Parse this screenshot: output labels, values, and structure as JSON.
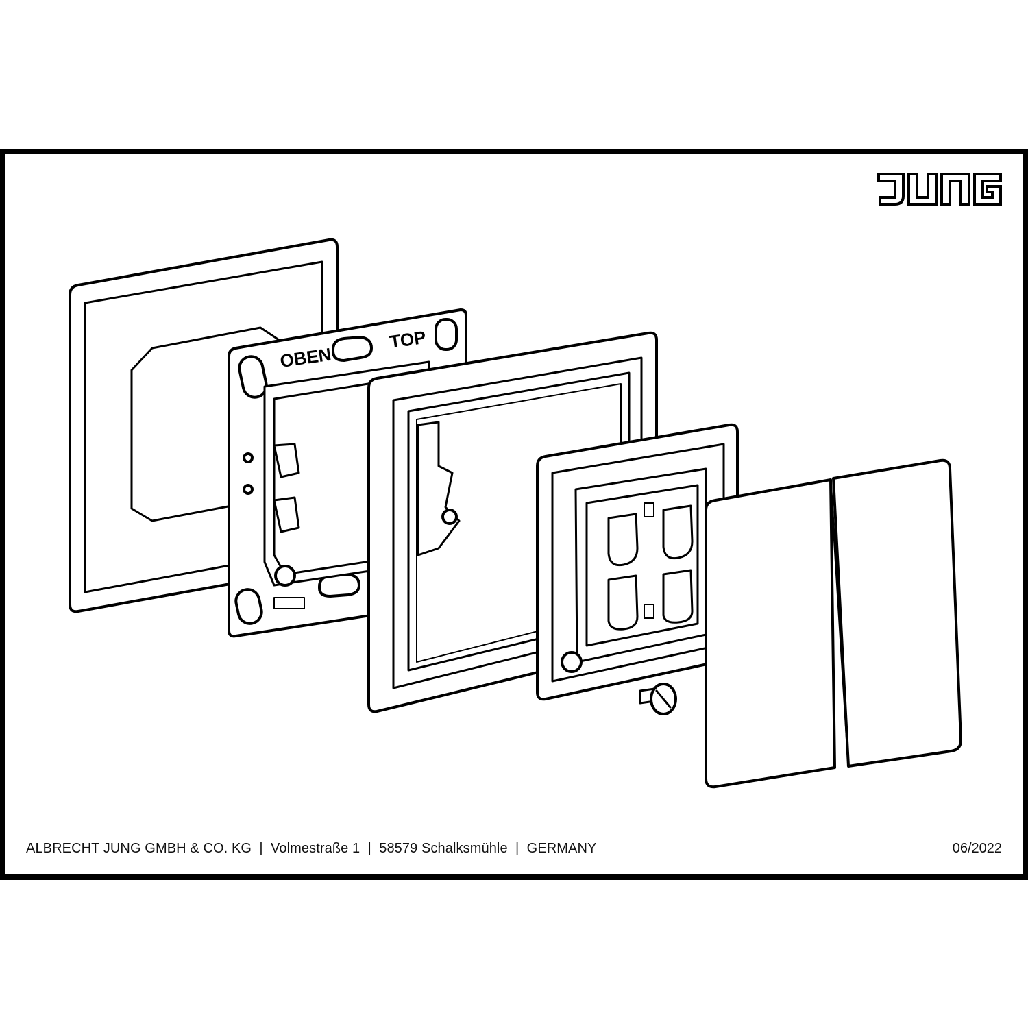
{
  "brand": {
    "logo_text": "JUNG"
  },
  "diagram": {
    "labels": {
      "oben": "OBEN",
      "top": "TOP"
    }
  },
  "footer": {
    "company": "ALBRECHT JUNG GMBH & CO. KG",
    "street": "Volmestraße 1",
    "city": "58579 Schalksmühle",
    "country": "GERMANY",
    "separator": "|",
    "date": "06/2022"
  },
  "colors": {
    "line": "#000000",
    "paper": "#ffffff"
  }
}
